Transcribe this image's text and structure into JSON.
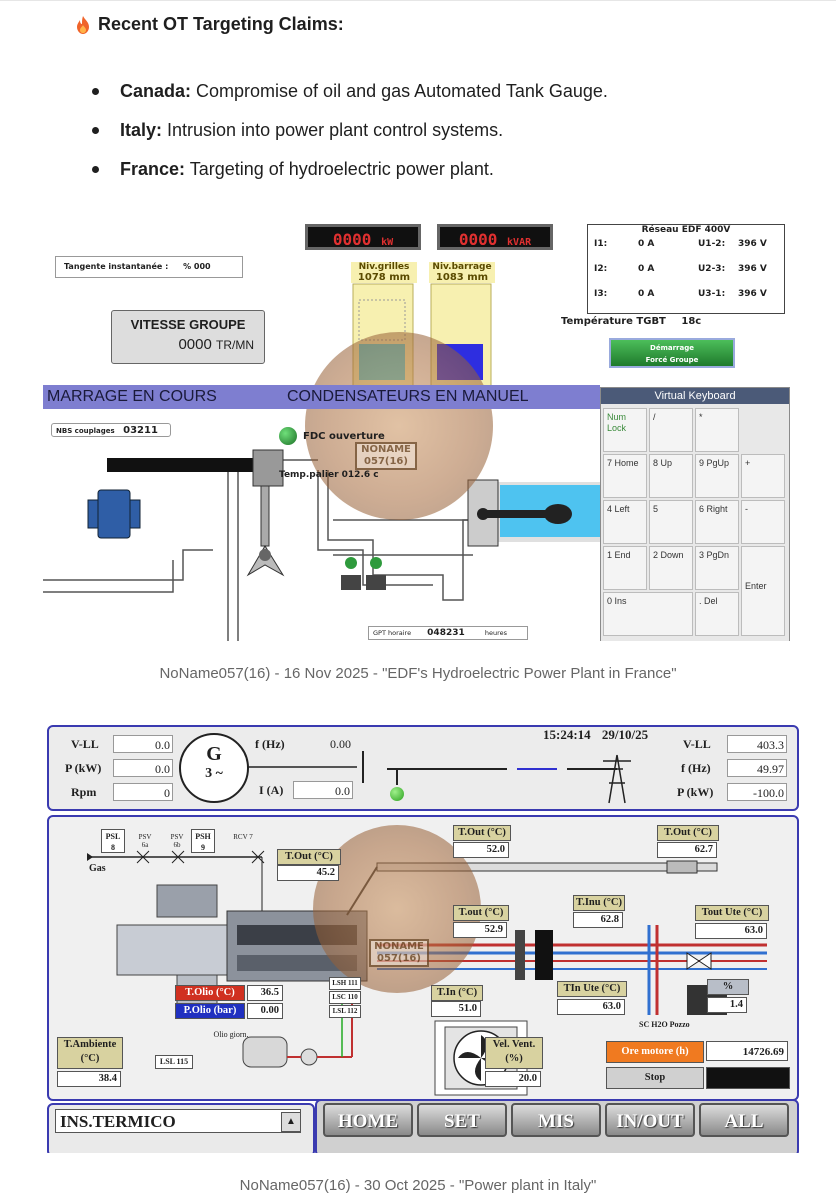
{
  "heading": {
    "title": "Recent OT Targeting Claims:"
  },
  "claims": [
    {
      "country": "Canada:",
      "text": " Compromise of oil and gas Automated Tank Gauge."
    },
    {
      "country": "Italy:",
      "text": " Intrusion into power plant control systems."
    },
    {
      "country": "France:",
      "text": " Targeting of hydroelectric power plant."
    }
  ],
  "screenshot1": {
    "caption": "NoName057(16) - 16 Nov 2025 - \"EDF's Hydroelectric Power Plant in France\"",
    "tangente_label": "Tangente instantanée :",
    "tangente_value": "% 000",
    "kw_display": "0000",
    "kw_unit": "kW",
    "kvar_display": "0000",
    "kvar_unit": "kVAR",
    "niv_grilles_label": "Niv.grilles",
    "niv_grilles_value": "1078 mm",
    "niv_barrage_label": "Niv.barrage",
    "niv_barrage_value": "1083 mm",
    "niv_grilles_fill": 0.45,
    "niv_barrage_fill": 0.45,
    "reseau_title": "Réseau EDF 400V",
    "currents": [
      {
        "label": "I1:",
        "value": "0 A",
        "ulabel": "U1-2:",
        "uvalue": "396 V"
      },
      {
        "label": "I2:",
        "value": "0 A",
        "ulabel": "U2-3:",
        "uvalue": "396 V"
      },
      {
        "label": "I3:",
        "value": "0 A",
        "ulabel": "U3-1:",
        "uvalue": "396 V"
      }
    ],
    "temp_tgbt_label": "Température TGBT",
    "temp_tgbt_value": "18c",
    "demarrage_line1": "Démarrage",
    "demarrage_line2": "Forcé Groupe",
    "vitesse_label": "VITESSE GROUPE",
    "vitesse_value": "0000",
    "vitesse_unit": "TR/MN",
    "banner_left": "MARRAGE EN COURS",
    "banner_right": "CONDENSATEURS EN MANUEL",
    "nbs_label": "NBS couplages",
    "nbs_value": "03211",
    "fdc_label": "FDC ouverture",
    "temp_palier_label": "Temp.palier",
    "temp_palier_value": "012.6",
    "temp_palier_unit": "c",
    "gpt_label": "GPT horaire",
    "gpt_value": "048231",
    "gpt_unit": "heures",
    "watermark_text": "NONAME 057(16)",
    "keyboard": {
      "title": "Virtual Keyboard",
      "keys": [
        {
          "label": "Num Lock"
        },
        {
          "label": "/"
        },
        {
          "label": "*"
        },
        {
          "label": "7 Home"
        },
        {
          "label": "8 Up"
        },
        {
          "label": "9 PgUp"
        },
        {
          "label": "+"
        },
        {
          "label": "4 Left"
        },
        {
          "label": "5"
        },
        {
          "label": "6 Right"
        },
        {
          "label": "-"
        },
        {
          "label": "1 End"
        },
        {
          "label": "2 Down"
        },
        {
          "label": "3 PgDn"
        },
        {
          "label": "Enter"
        },
        {
          "label": "0 Ins"
        },
        {
          "label": ". Del"
        }
      ]
    }
  },
  "screenshot2": {
    "caption": "NoName057(16) - 30 Oct 2025 - \"Power plant in Italy\"",
    "time": "15:24:14",
    "date": "29/10/25",
    "gen_symbol": "G",
    "gen_phase": "3 ~",
    "left_rows": [
      {
        "label": "V-LL",
        "value": "0.0"
      },
      {
        "label": "P (kW)",
        "value": "0.0"
      },
      {
        "label": "Rpm",
        "value": "0"
      }
    ],
    "freq_label": "f (Hz)",
    "freq_value": "0.00",
    "current_label": "I (A)",
    "current_value": "0.0",
    "right_rows": [
      {
        "label": "V-LL",
        "value": "403.3"
      },
      {
        "label": "f (Hz)",
        "value": "49.97"
      },
      {
        "label": "P (kW)",
        "value": "-100.0"
      }
    ],
    "psl": "PSL 8",
    "psv6a": "PSV 6a",
    "psv6b": "PSV 6b",
    "psh": "PSH 9",
    "rcv": "RCV 7",
    "gas": "Gas",
    "tags": [
      {
        "label": "T.Out (°C)",
        "value": "45.2"
      },
      {
        "label": "T.Out (°C)",
        "value": "52.0"
      },
      {
        "label": "T.Out (°C)",
        "value": "62.7"
      },
      {
        "label": "T.Inu (°C)",
        "value": "62.8"
      },
      {
        "label": "T.out (°C)",
        "value": "52.9"
      },
      {
        "label": "Tout Ute (°C)",
        "value": "63.0"
      },
      {
        "label": "T.In (°C)",
        "value": "51.0"
      },
      {
        "label": "TIn Ute (°C)",
        "value": "63.0"
      },
      {
        "label": "%",
        "value": "1.4"
      }
    ],
    "olio_temp_label": "T.Olio (°C)",
    "olio_temp_value": "36.5",
    "olio_press_label": "P.Olio (bar)",
    "olio_press_value": "0.00",
    "lsh": "LSH 111",
    "lsc": "LSC 110",
    "lsl": "LSL 112",
    "lsl115": "LSL 115",
    "olio_giorn": "Olio giorn.",
    "sc_h2o": "SC H2O Pozzo",
    "t_ambiente_label": "T.Ambiente (°C)",
    "t_ambiente_value": "38.4",
    "vel_vent_label": "Vel. Vent. (%)",
    "vel_vent_value": "20.0",
    "ore_motore_label": "Ore motore (h)",
    "ore_motore_value": "14726.69",
    "stop_label": "Stop",
    "mode_select": "INS.TERMICO",
    "nav": [
      {
        "label": "HOME"
      },
      {
        "label": "SET"
      },
      {
        "label": "MIS"
      },
      {
        "label": "IN/OUT"
      },
      {
        "label": "ALL"
      }
    ],
    "watermark_text": "NONAME 057(16)"
  },
  "colors": {
    "banner": "#7e7ed0",
    "lcd_red": "#e03030",
    "frame_blue": "#3a3ab0",
    "olio_red": "#d03020",
    "olio_blue": "#2030c0",
    "ore_orange": "#f07a20",
    "pipe_red": "#c03030",
    "pipe_blue": "#3070d0"
  }
}
